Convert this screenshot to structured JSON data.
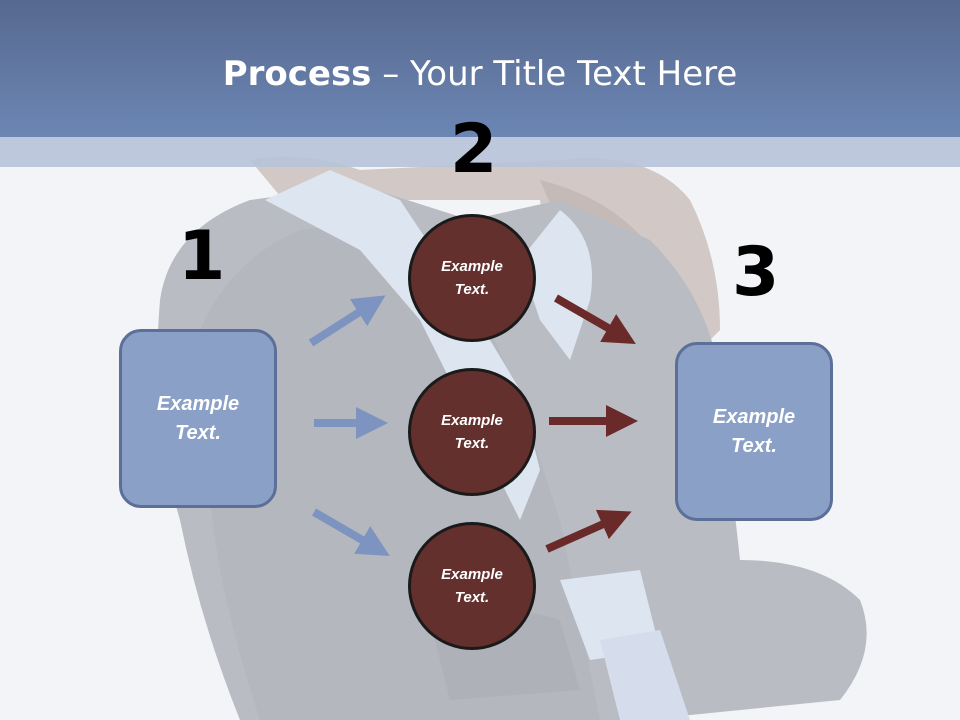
{
  "slide": {
    "title_bold": "Process",
    "title_rest": " – Your Title Text Here"
  },
  "steps": {
    "step1_number": "1",
    "step2_number": "2",
    "step3_number": "3"
  },
  "nodes": {
    "left_box": "Example\nText.",
    "right_box": "Example\nText.",
    "circle_top": "Example\nText.",
    "circle_middle": "Example\nText.",
    "circle_bottom": "Example\nText."
  },
  "colors": {
    "header": "#6c86b4",
    "box_fill": "#8aa0c6",
    "circle_fill": "#63302e",
    "blue_arrow": "#7d93c0",
    "red_arrow": "#6a2a2a"
  }
}
